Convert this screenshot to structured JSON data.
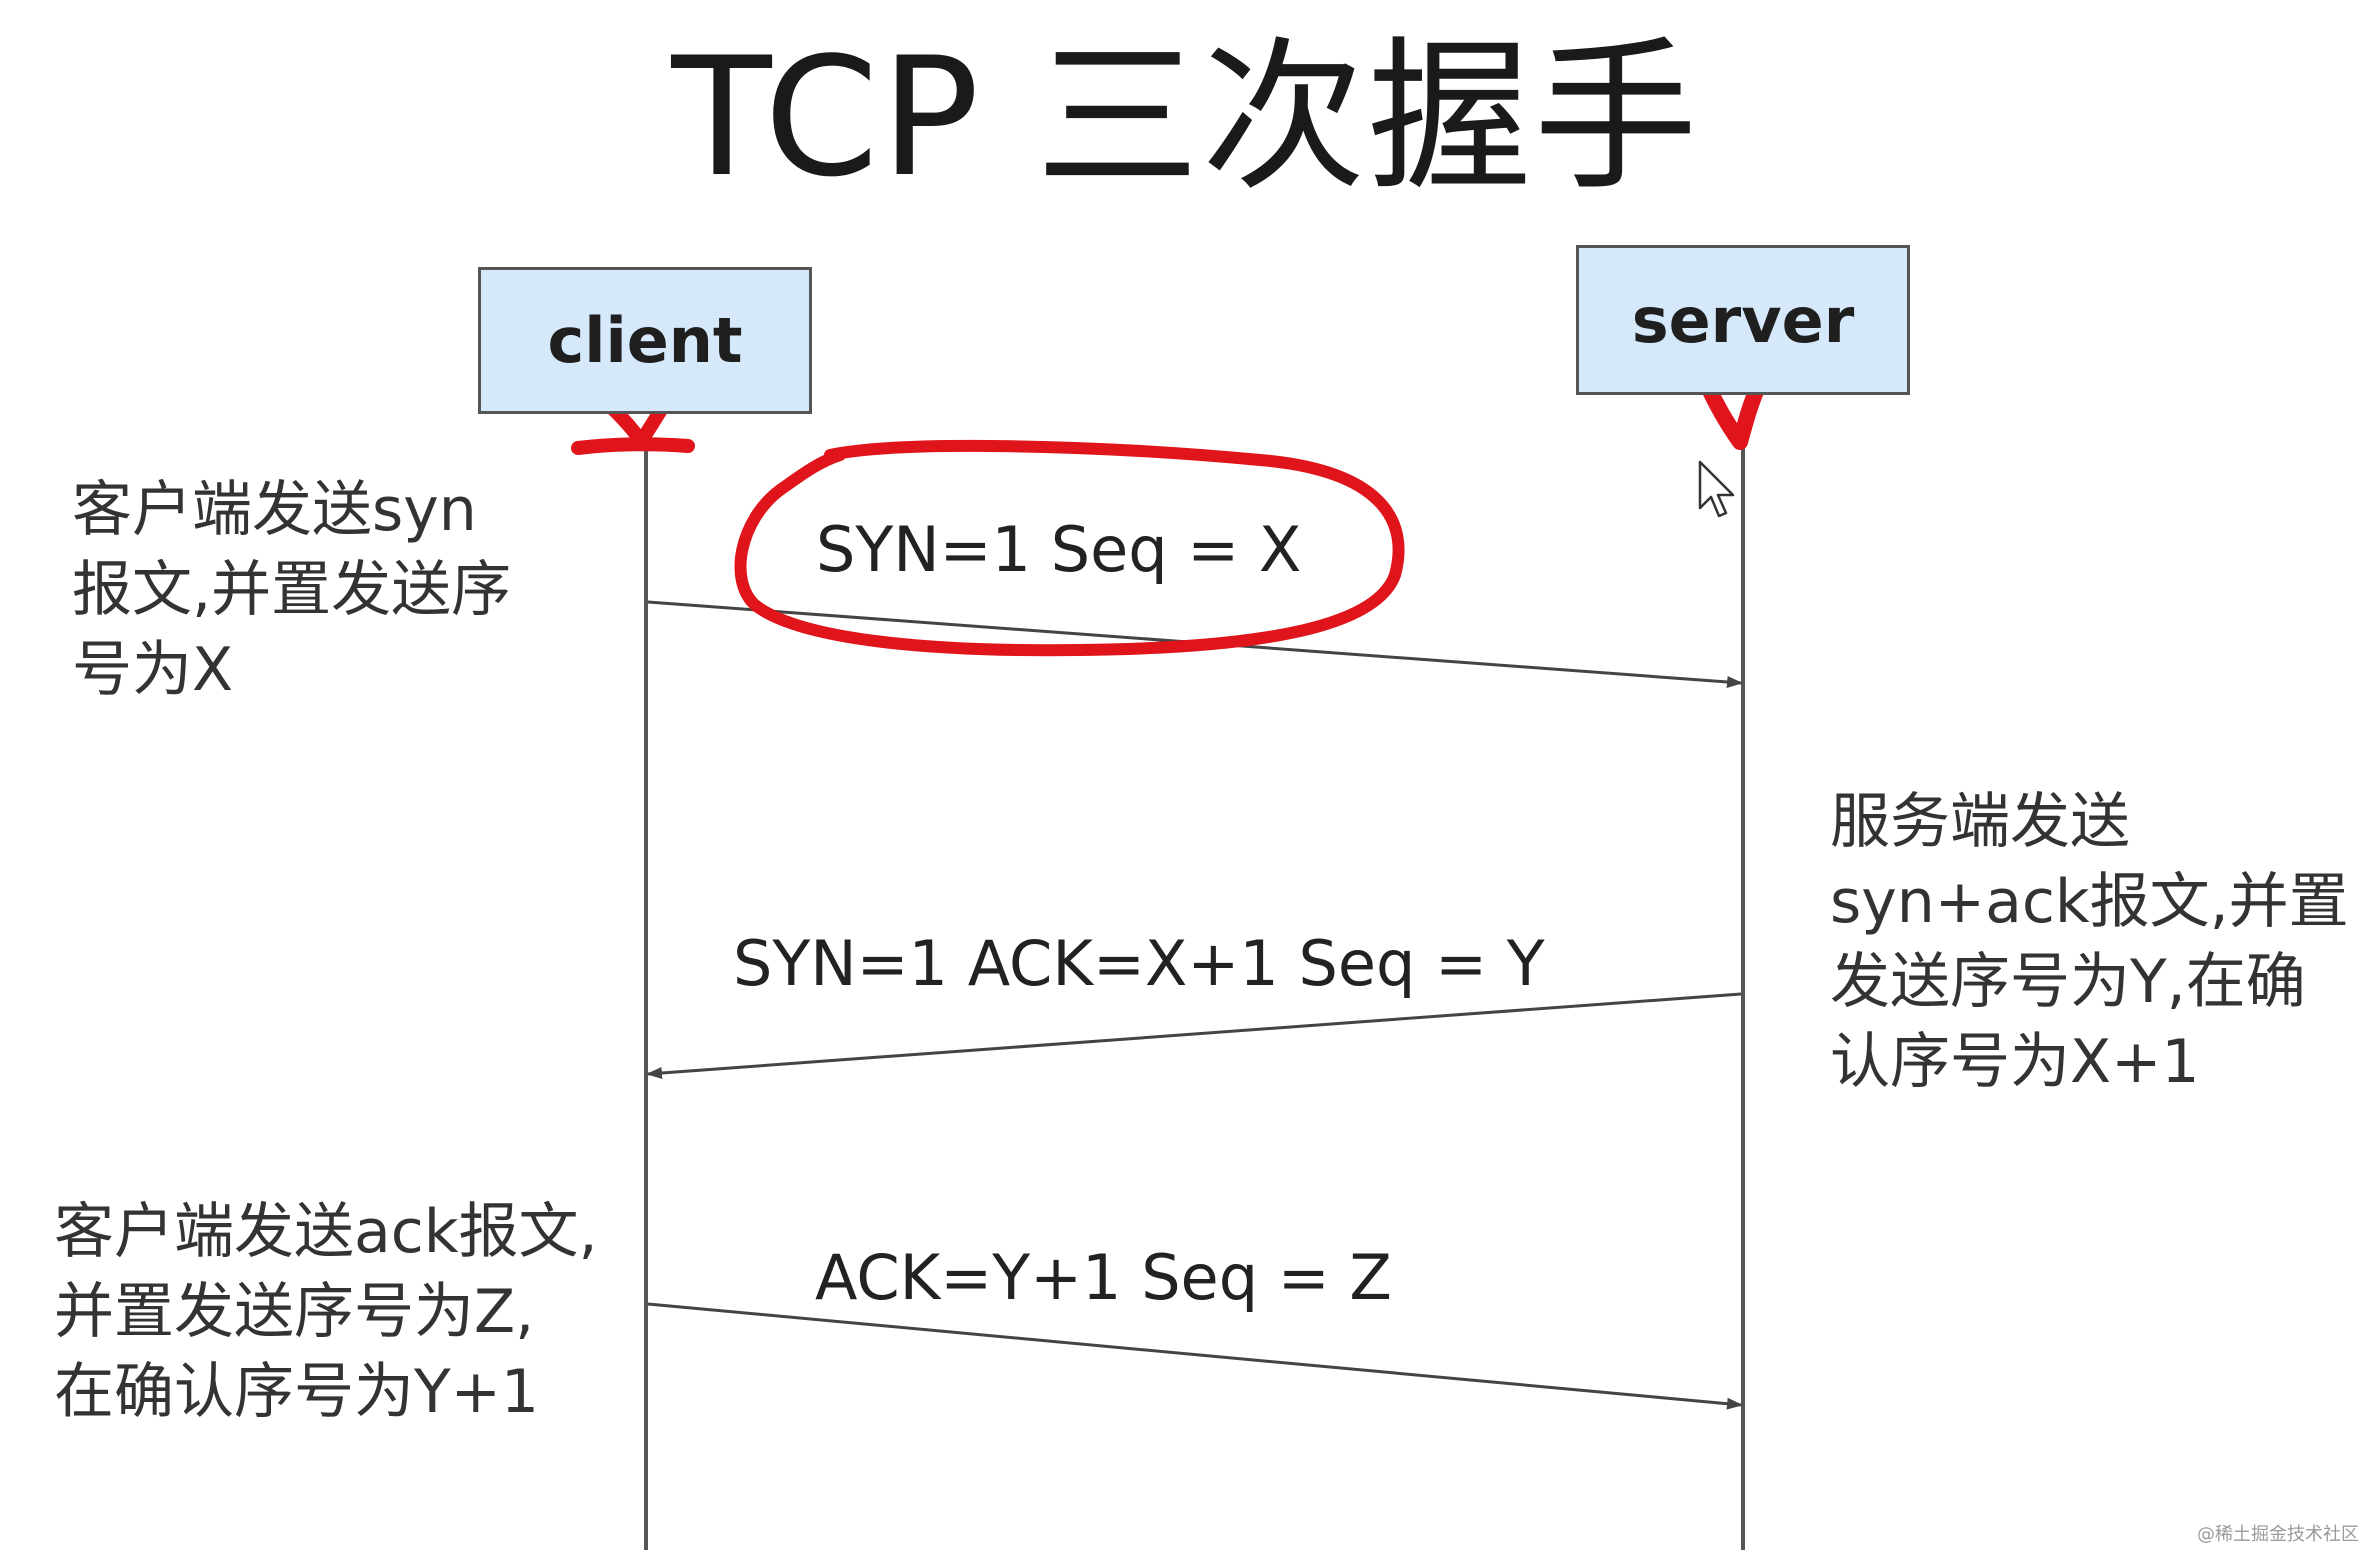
{
  "title": "TCP 三次握手",
  "actors": {
    "client": "client",
    "server": "server"
  },
  "messages": [
    {
      "label": "SYN=1  Seq = X",
      "direction": "client-to-server"
    },
    {
      "label": "SYN=1  ACK=X+1 Seq = Y",
      "direction": "server-to-client"
    },
    {
      "label": "ACK=Y+1 Seq = Z",
      "direction": "client-to-server"
    }
  ],
  "notes": {
    "client_syn": [
      "客户端发送syn",
      "报文,并置发送序",
      "号为X"
    ],
    "server_synack": [
      "服务端发送",
      "syn+ack报文,并置",
      "发送序号为Y,在确",
      "认序号为X+1"
    ],
    "client_ack": [
      "客户端发送ack报文,",
      "并置发送序号为Z,",
      "在确认序号为Y+1"
    ]
  },
  "watermark": "@稀土掘金技术社区",
  "colors": {
    "actor_fill": "#d5e9fb",
    "line": "#555555",
    "annotation": "#e0141b"
  }
}
